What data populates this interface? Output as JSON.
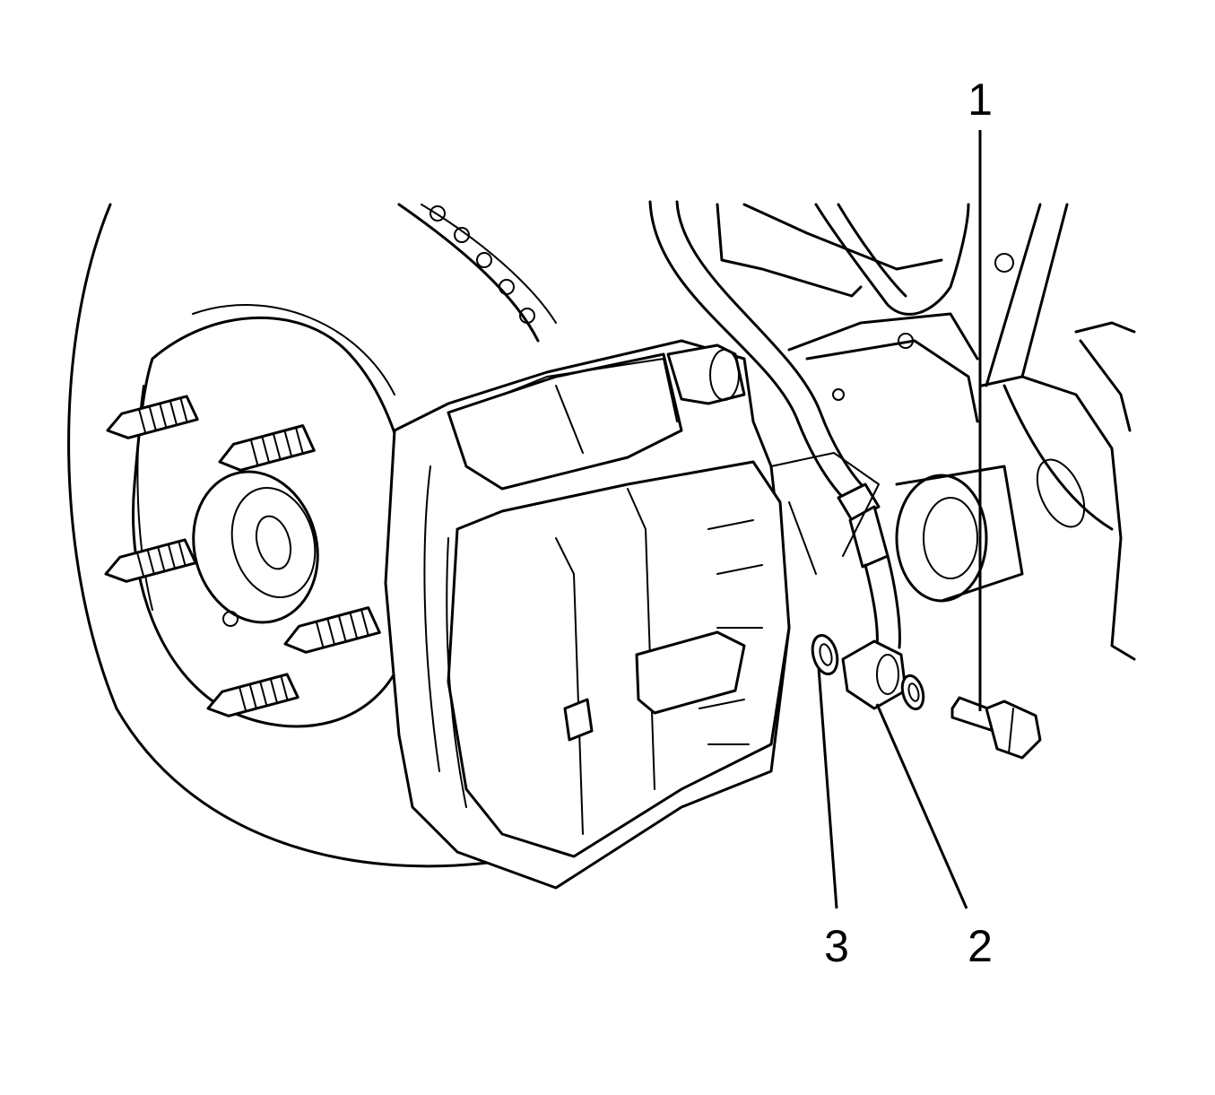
{
  "callouts": {
    "bolt": "1",
    "hose_fitting": "2",
    "washer": "3"
  },
  "colors": {
    "line": "#000000",
    "background": "#ffffff"
  }
}
